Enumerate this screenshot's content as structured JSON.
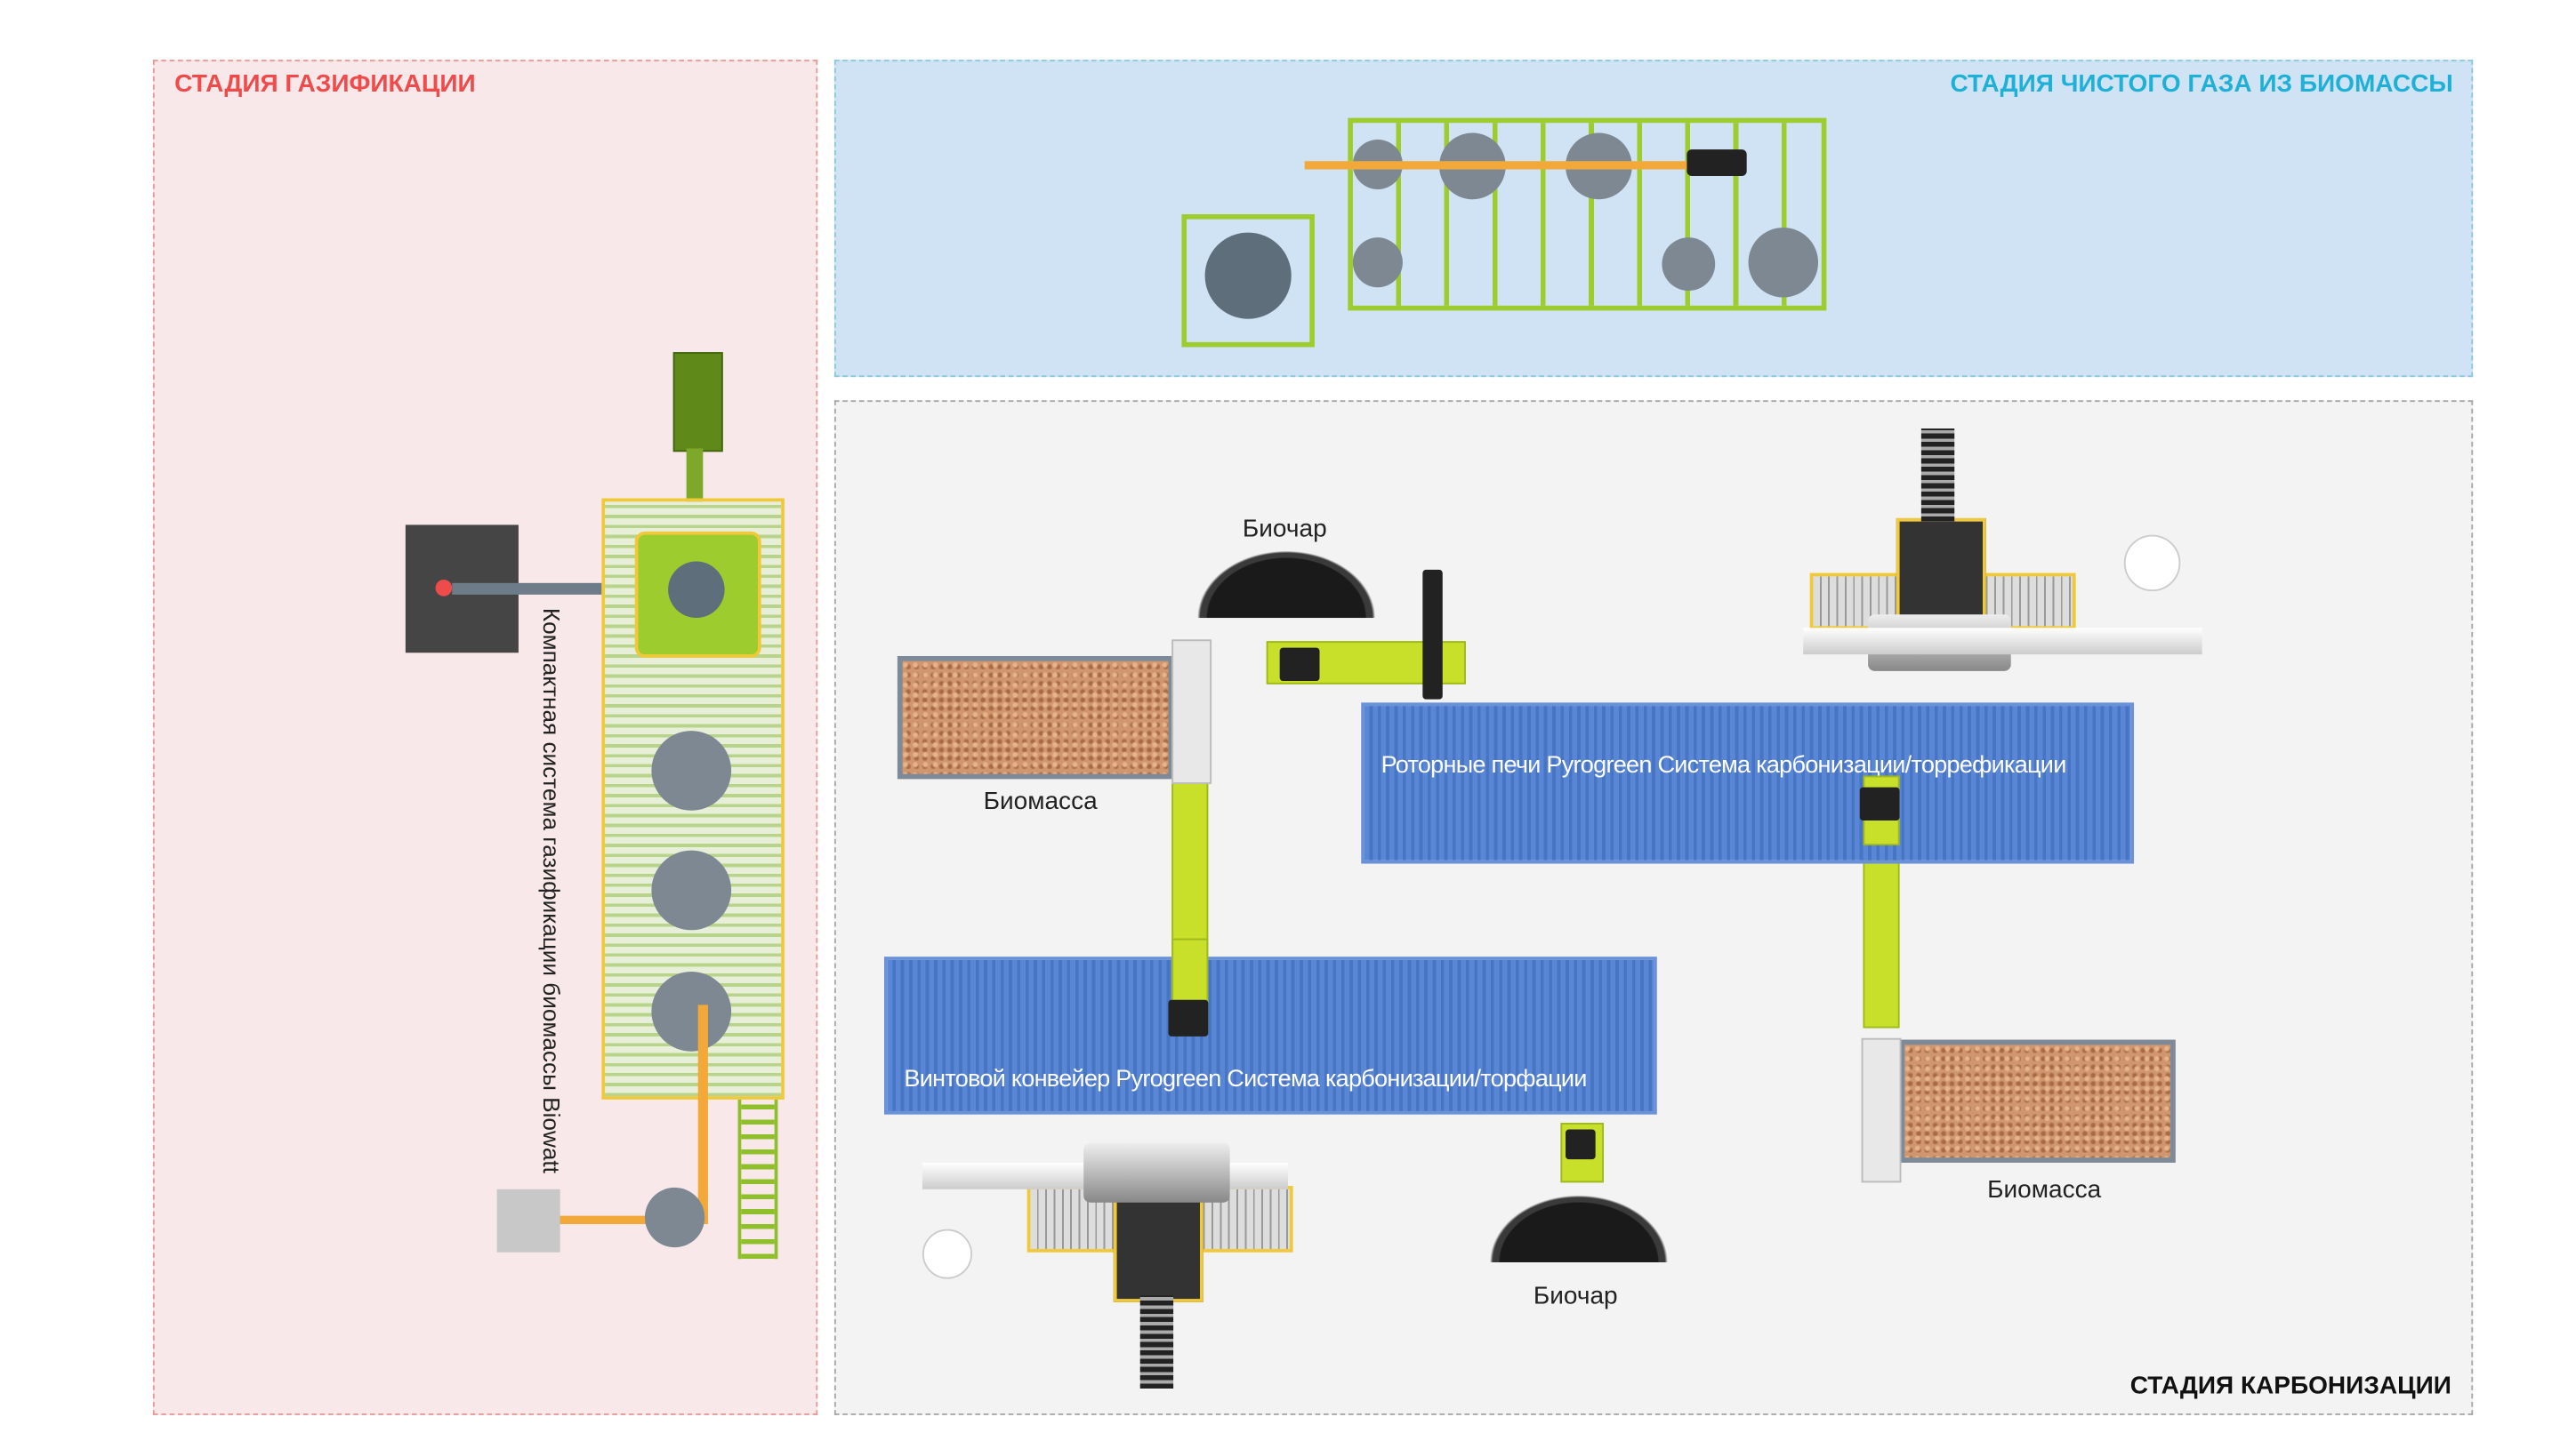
{
  "stages": {
    "gasification": {
      "title": "СТАДИЯ ГАЗИФИКАЦИИ",
      "system_label": "Компактная система газификации биомассы Biowatt"
    },
    "clean_gas": {
      "title": "СТАДИЯ ЧИСТОГО ГАЗА ИЗ БИОМАССЫ"
    },
    "carbonization": {
      "title": "СТАДИЯ КАРБОНИЗАЦИИ",
      "rotary_kiln_label": "Роторные печи Pyrogreen Система карбонизации/торрефикации",
      "screw_conveyor_label": "Винтовой конвейер Pyrogreen Система карбонизации/торфации",
      "biochar_label_1": "Биочар",
      "biomass_label_1": "Биомасса",
      "biochar_label_2": "Биочар",
      "biomass_label_2": "Биомасса"
    }
  },
  "colors": {
    "gas_title": "#ef4b4b",
    "clean_title": "#1fb0d8",
    "container": "#5a86d6",
    "equipment_green": "#9ccc2e"
  }
}
